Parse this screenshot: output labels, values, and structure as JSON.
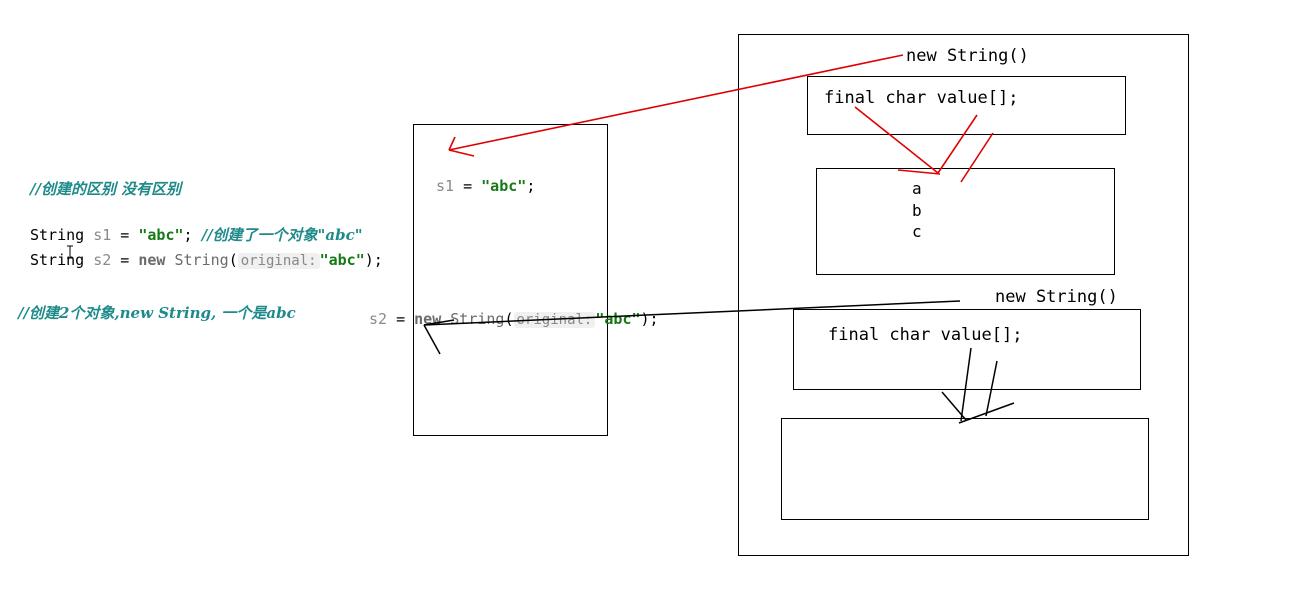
{
  "left_code": {
    "comment1": "//创建的区别 没有区别",
    "line1": {
      "type": "String",
      "var": "s1",
      "eq": " = ",
      "str": "\"abc\"",
      "end": ";",
      "comment": "//创建了一个对象\"abc\""
    },
    "line2": {
      "type": "String",
      "var": "s2",
      "eq": " = ",
      "kw": "new",
      "cls": "String",
      "open": "(",
      "hint": "original:",
      "str": "\"abc\"",
      "close": ");"
    },
    "comment2": "//创建2个对象,new String, 一个是abc"
  },
  "stack": {
    "s1_line": {
      "var": "s1",
      "eq": " = ",
      "str": "\"abc\"",
      "end": ";"
    },
    "s2_line": {
      "var": "s2",
      "eq": " = ",
      "kw": "new",
      "cls": "String",
      "open": "(",
      "hint": "original:",
      "str": "\"abc\"",
      "close": ");"
    }
  },
  "heap": {
    "obj1_label": "new String()",
    "obj1_field": "final char value[];",
    "chars": [
      "a",
      "b",
      "c"
    ],
    "obj2_label": "new String()",
    "obj2_field": "final char value[];"
  },
  "colors": {
    "red_arrow": "#e00000",
    "black_arrow": "#000000",
    "comment": "#1f8a8a",
    "string": "#157a15"
  }
}
